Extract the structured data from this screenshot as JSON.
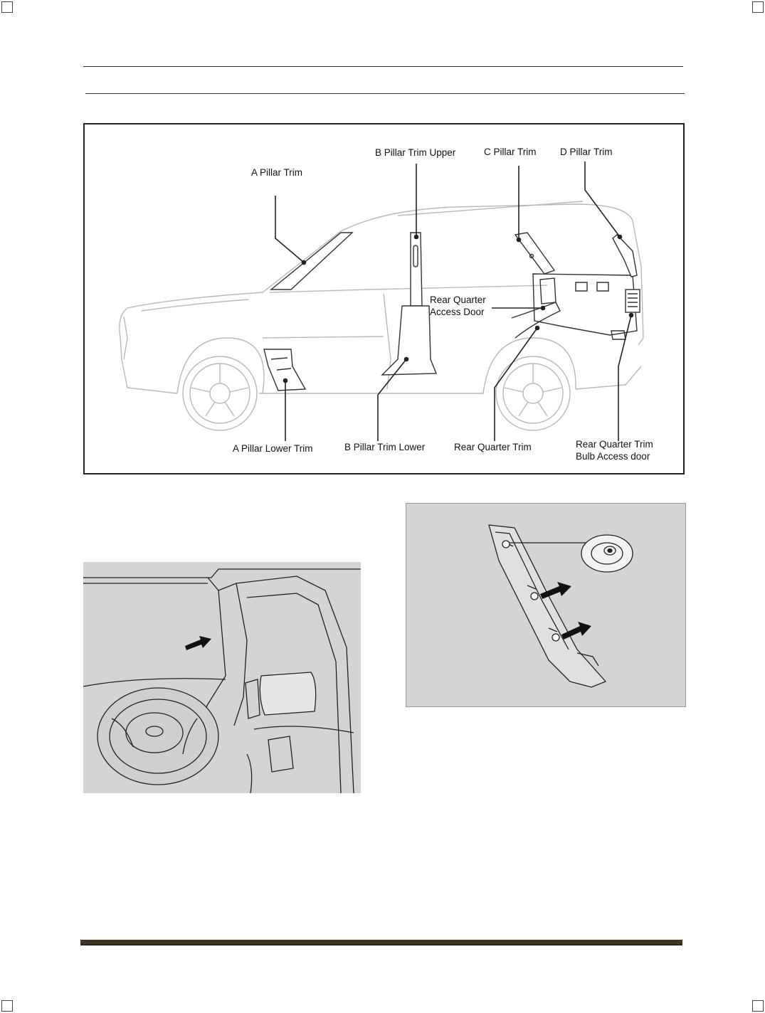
{
  "diagram": {
    "labels": {
      "a_pillar_trim": "A Pillar Trim",
      "b_pillar_trim_upper": "B Pillar Trim Upper",
      "c_pillar_trim": "C Pillar Trim",
      "d_pillar_trim": "D Pillar Trim",
      "rear_quarter_access_door_1": "Rear Quarter",
      "rear_quarter_access_door_2": "Access Door",
      "a_pillar_lower_trim": "A Pillar Lower Trim",
      "b_pillar_trim_lower": "B Pillar Trim Lower",
      "rear_quarter_trim": "Rear Quarter Trim",
      "bulb_access_door_1": "Rear Quarter Trim",
      "bulb_access_door_2": "Bulb Access door"
    }
  },
  "colors": {
    "footer_bar": "#3a3420",
    "photo_bg": "#d4d4d4",
    "arrow": "#111111"
  }
}
